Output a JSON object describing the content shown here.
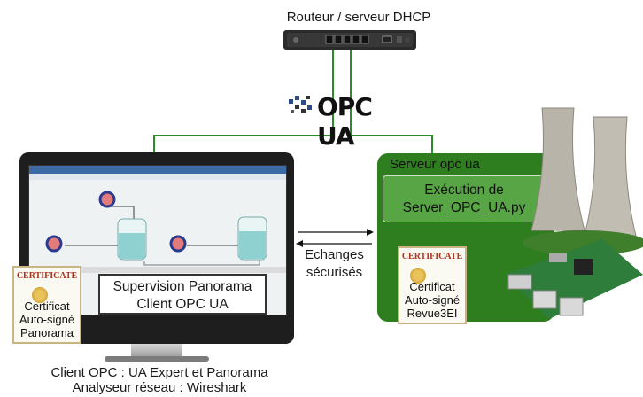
{
  "router": {
    "label": "Routeur / serveur DHCP",
    "icon": "router-icon"
  },
  "protocol_logo": {
    "text": "OPC UA"
  },
  "client": {
    "box_label_line1": "Supervision Panorama",
    "box_label_line2": "Client OPC UA",
    "certificate": {
      "header": "CERTIFICATE",
      "line1": "Certificat",
      "line2": "Auto-signé",
      "line3": "Panorama"
    },
    "caption_line1": "Client OPC : UA Expert et Panorama",
    "caption_line2": "Analyseur réseau : Wireshark"
  },
  "server": {
    "title": "Serveur opc ua",
    "exec_line1": "Exécution de",
    "exec_line2": "Server_OPC_UA.py",
    "certificate": {
      "header": "CERTIFICATE",
      "line1": "Certificat",
      "line2": "Auto-signé",
      "line3": "Revue3EI"
    }
  },
  "link": {
    "line1": "Echanges",
    "line2": "sécurisés"
  },
  "colors": {
    "network_line": "#2f8a2f",
    "server_box": "#2e7d1e",
    "exec_box": "#57a544"
  }
}
